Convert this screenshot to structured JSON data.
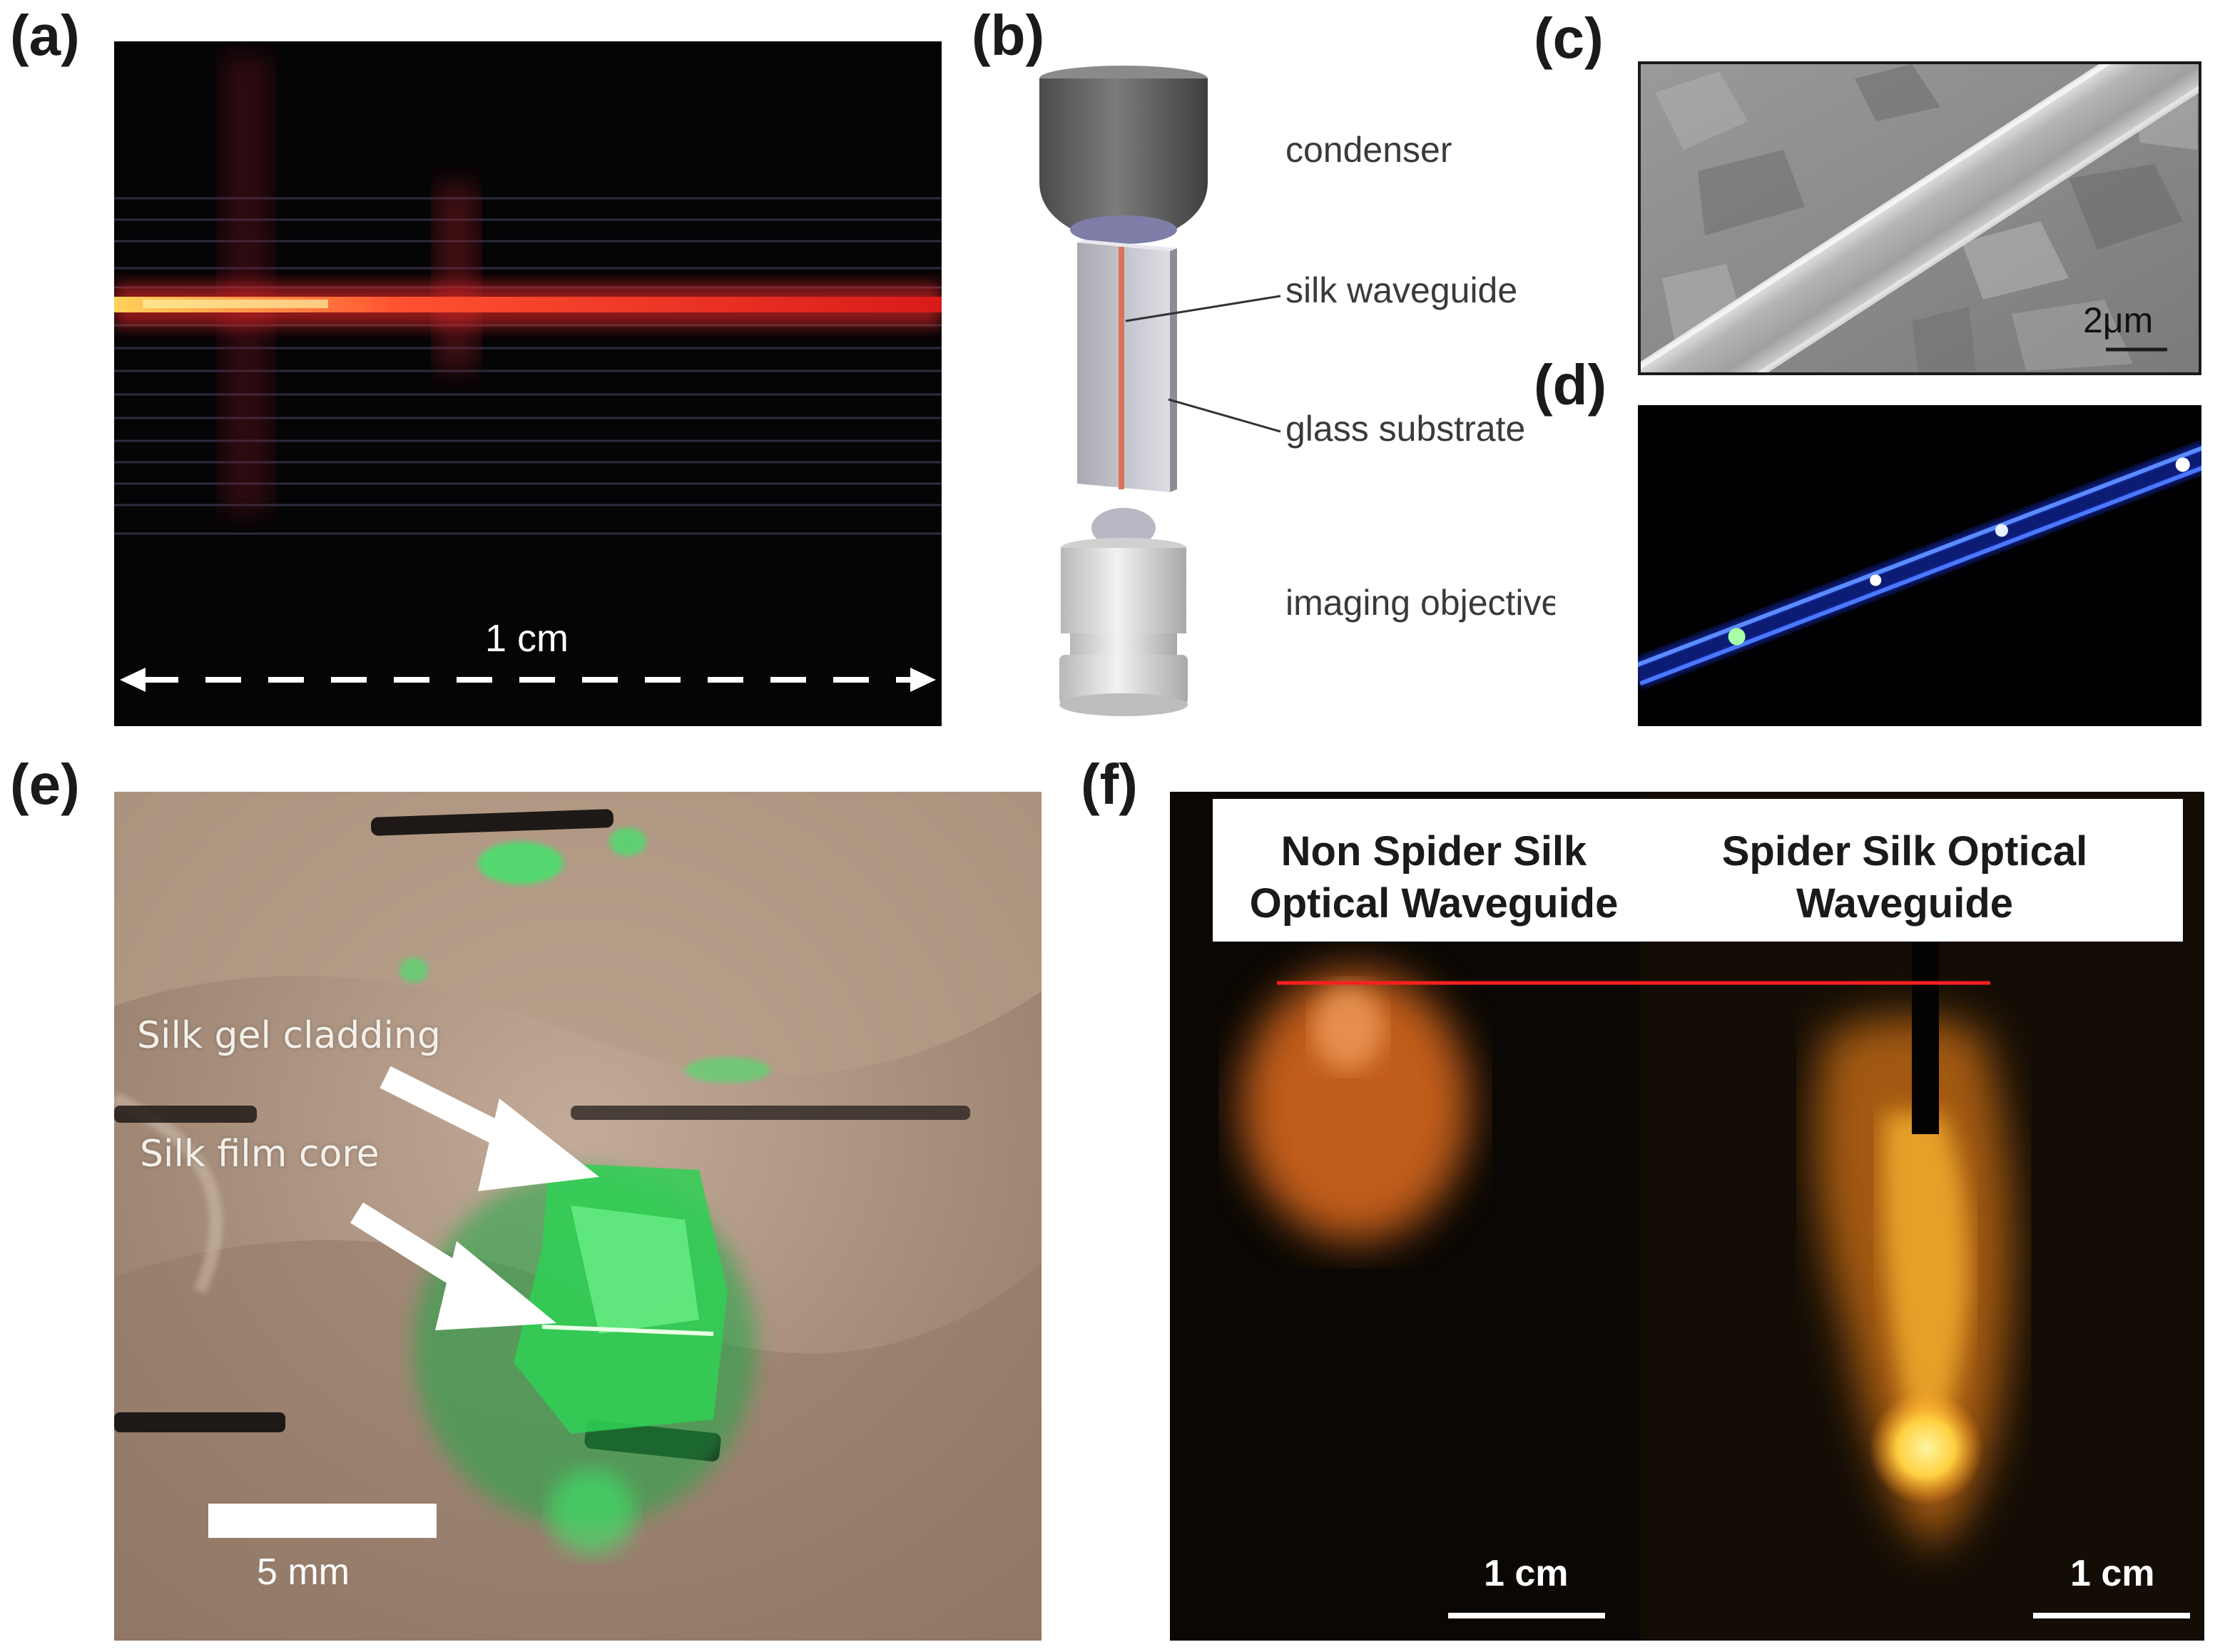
{
  "panels": {
    "a": {
      "label": "(a)",
      "scale_text": "1 cm"
    },
    "b": {
      "label": "(b)",
      "parts": {
        "condenser": "condenser",
        "waveguide": "silk waveguide",
        "substrate": "glass substrate",
        "objective": "imaging objective"
      }
    },
    "c": {
      "label": "(c)",
      "scale_text": "2μm"
    },
    "d": {
      "label": "(d)"
    },
    "e": {
      "label": "(e)",
      "annotation_cladding": "Silk gel cladding",
      "annotation_core": "Silk film core",
      "scale_text": "5 mm"
    },
    "f": {
      "label": "(f)",
      "heading_left_1": "Non Spider Silk",
      "heading_left_2": "Optical Waveguide",
      "heading_right_1": "Spider Silk Optical",
      "heading_right_2": "Waveguide",
      "scale_left": "1 cm",
      "scale_right": "1 cm"
    }
  },
  "colors": {
    "laser_red": "#ff2a2a",
    "green_glow": "#3ee86a",
    "blue_glow": "#2a5cff",
    "orange_glow": "#ffb030",
    "tissue": "#a88e7a"
  }
}
